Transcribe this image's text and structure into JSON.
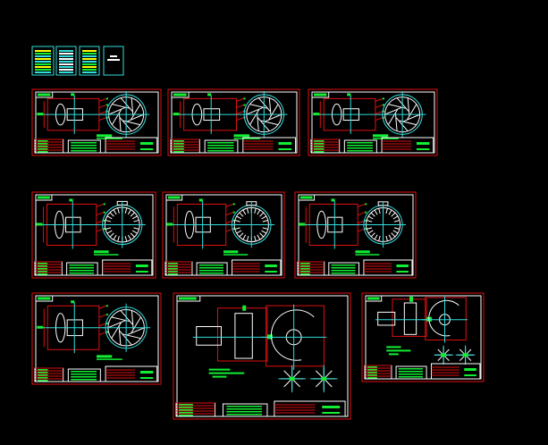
{
  "viewport": {
    "background": "#000000"
  },
  "colors": {
    "frame": "#e01010",
    "border": "#ffffff",
    "centerline": "#33dddd",
    "text_fill": "#11ee33",
    "geometry": "#ffffff",
    "dimension": "#dd1111",
    "index_frame": "#33dddd"
  },
  "index_sheets": [
    {
      "kind": "table"
    },
    {
      "kind": "table-white"
    },
    {
      "kind": "table"
    },
    {
      "kind": "note"
    }
  ],
  "sheets": [
    {
      "kind": "axial-fan"
    },
    {
      "kind": "axial-fan"
    },
    {
      "kind": "axial-fan"
    },
    {
      "kind": "axial-fan-ring"
    },
    {
      "kind": "axial-fan-ring"
    },
    {
      "kind": "axial-fan-ring"
    },
    {
      "kind": "axial-fan"
    },
    {
      "kind": "centrifugal-fan"
    },
    {
      "kind": "centrifugal-fan-small"
    }
  ]
}
